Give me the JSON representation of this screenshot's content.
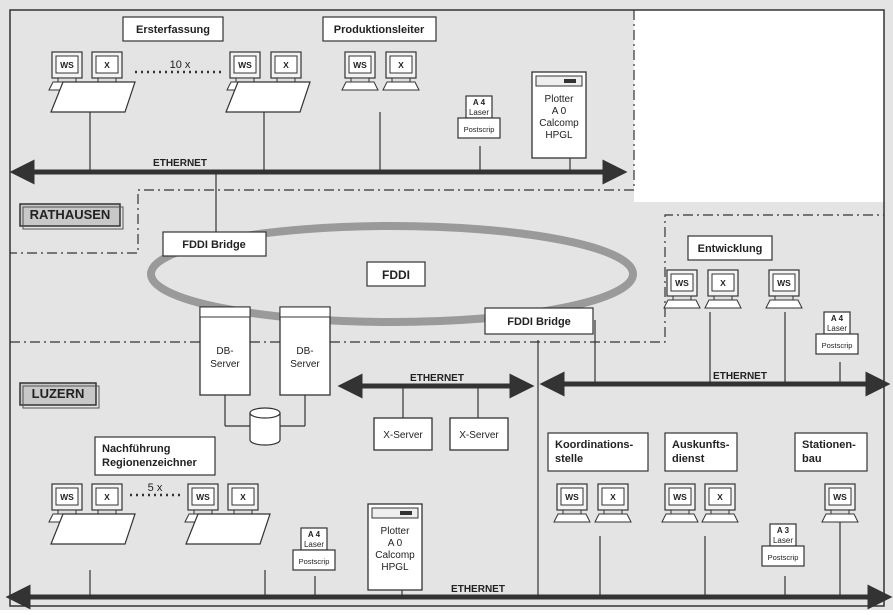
{
  "colors": {
    "background": "#e4e4e4",
    "white_area": "#ffffff",
    "line": "#333333",
    "ring": "#9a9a9a",
    "box_fill": "#ffffff",
    "badge_fill": "#c8c8c8"
  },
  "sites": {
    "rathausen": "RATHAUSEN",
    "luzern": "LUZERN"
  },
  "groups": {
    "ersterfassung": "Ersterfassung",
    "produktionsleiter": "Produktionsleiter",
    "entwicklung": "Entwicklung",
    "nachfuehrung_line1": "Nachführung",
    "nachfuehrung_line2": "Regionenzeichner",
    "koordination_line1": "Koordinations-",
    "koordination_line2": "stelle",
    "auskunft_line1": "Auskunfts-",
    "auskunft_line2": "dienst",
    "stationen_line1": "Stationen-",
    "stationen_line2": "bau"
  },
  "networks": {
    "ethernet": "ETHERNET",
    "fddi": "FDDI",
    "fddi_bridge": "FDDI Bridge"
  },
  "devices": {
    "ws": "WS",
    "x": "X",
    "x_server": "X-Server",
    "db_line1": "DB-",
    "db_line2": "Server"
  },
  "multipliers": {
    "top": "10 x",
    "bottom": "5 x"
  },
  "printers": {
    "a4_line1": "A 4",
    "a3_line1": "A 3",
    "laser": "Laser",
    "postscript": "Postscrip",
    "plotter_line1": "Plotter",
    "plotter_line2": "A 0",
    "plotter_line3": "Calcomp",
    "plotter_line4": "HPGL"
  }
}
